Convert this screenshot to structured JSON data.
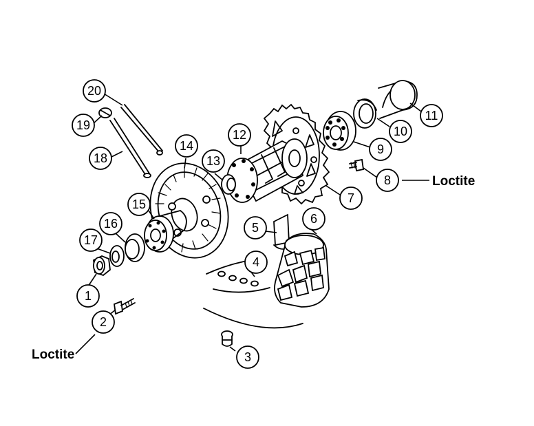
{
  "callouts": [
    "1",
    "2",
    "3",
    "4",
    "5",
    "6",
    "7",
    "8",
    "9",
    "10",
    "11",
    "12",
    "13",
    "14",
    "15",
    "16",
    "17",
    "18",
    "19",
    "20"
  ],
  "notes": {
    "loctite_left": "Loctite",
    "loctite_right": "Loctite"
  }
}
